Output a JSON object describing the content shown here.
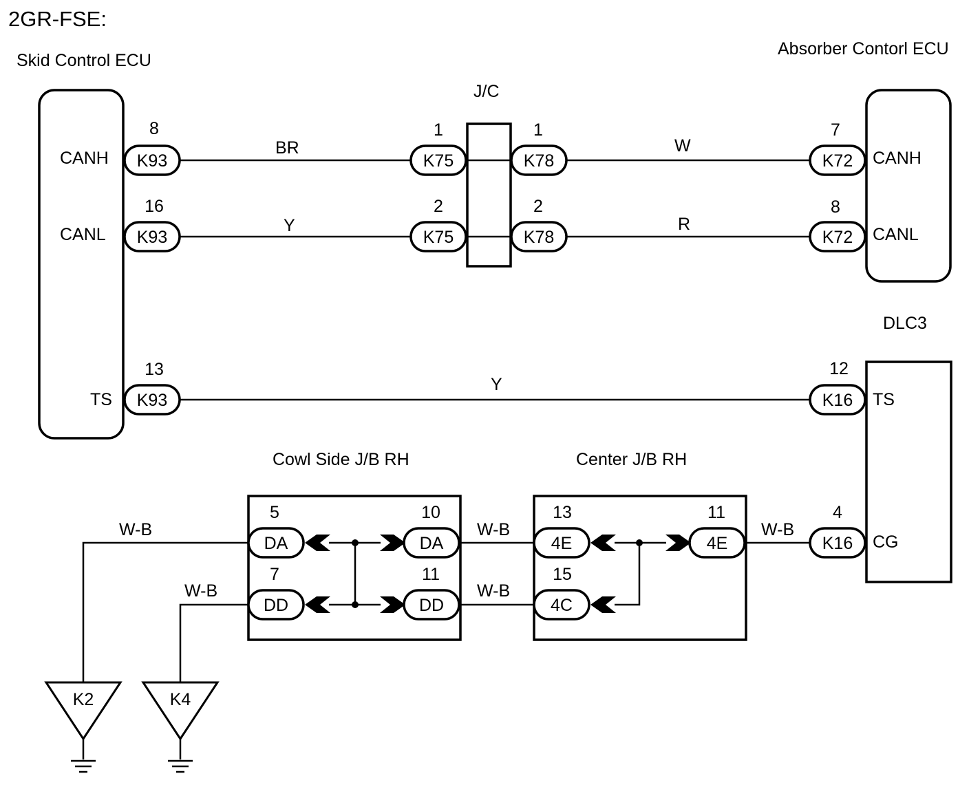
{
  "diagram_title": "2GR-FSE:",
  "components": {
    "skid_control_ecu": "Skid Control ECU",
    "absorber_ecu": "Absorber Contorl ECU",
    "jc": "J/C",
    "dlc3": "DLC3",
    "cowl_jb": "Cowl Side J/B RH",
    "center_jb": "Center J/B RH"
  },
  "terminals": {
    "skid_canh": "CANH",
    "skid_canl": "CANL",
    "skid_ts": "TS",
    "abs_canh": "CANH",
    "abs_canl": "CANL",
    "dlc_ts": "TS",
    "dlc_cg": "CG"
  },
  "connectors": {
    "k93_a": {
      "name": "K93",
      "pin": "8"
    },
    "k93_b": {
      "name": "K93",
      "pin": "16"
    },
    "k93_c": {
      "name": "K93",
      "pin": "13"
    },
    "k75_a": {
      "name": "K75",
      "pin": "1"
    },
    "k75_b": {
      "name": "K75",
      "pin": "2"
    },
    "k78_a": {
      "name": "K78",
      "pin": "1"
    },
    "k78_b": {
      "name": "K78",
      "pin": "2"
    },
    "k72_a": {
      "name": "K72",
      "pin": "7"
    },
    "k72_b": {
      "name": "K72",
      "pin": "8"
    },
    "k16_a": {
      "name": "K16",
      "pin": "12"
    },
    "k16_b": {
      "name": "K16",
      "pin": "4"
    },
    "da_l": {
      "name": "DA",
      "pin": "5"
    },
    "da_r": {
      "name": "DA",
      "pin": "10"
    },
    "dd_l": {
      "name": "DD",
      "pin": "7"
    },
    "dd_r": {
      "name": "DD",
      "pin": "11"
    },
    "e4_l": {
      "name": "4E",
      "pin": "13"
    },
    "e4_r": {
      "name": "4E",
      "pin": "11"
    },
    "c4": {
      "name": "4C",
      "pin": "15"
    }
  },
  "wire_colors": {
    "canh_left": "BR",
    "canl_left": "Y",
    "canh_right": "W",
    "canl_right": "R",
    "ts": "Y",
    "ground_k2": "W-B",
    "ground_k4": "W-B",
    "da_to_4e": "W-B",
    "dd_to_4c": "W-B",
    "center_to_dlc": "W-B"
  },
  "grounds": {
    "k2": "K2",
    "k4": "K4"
  }
}
